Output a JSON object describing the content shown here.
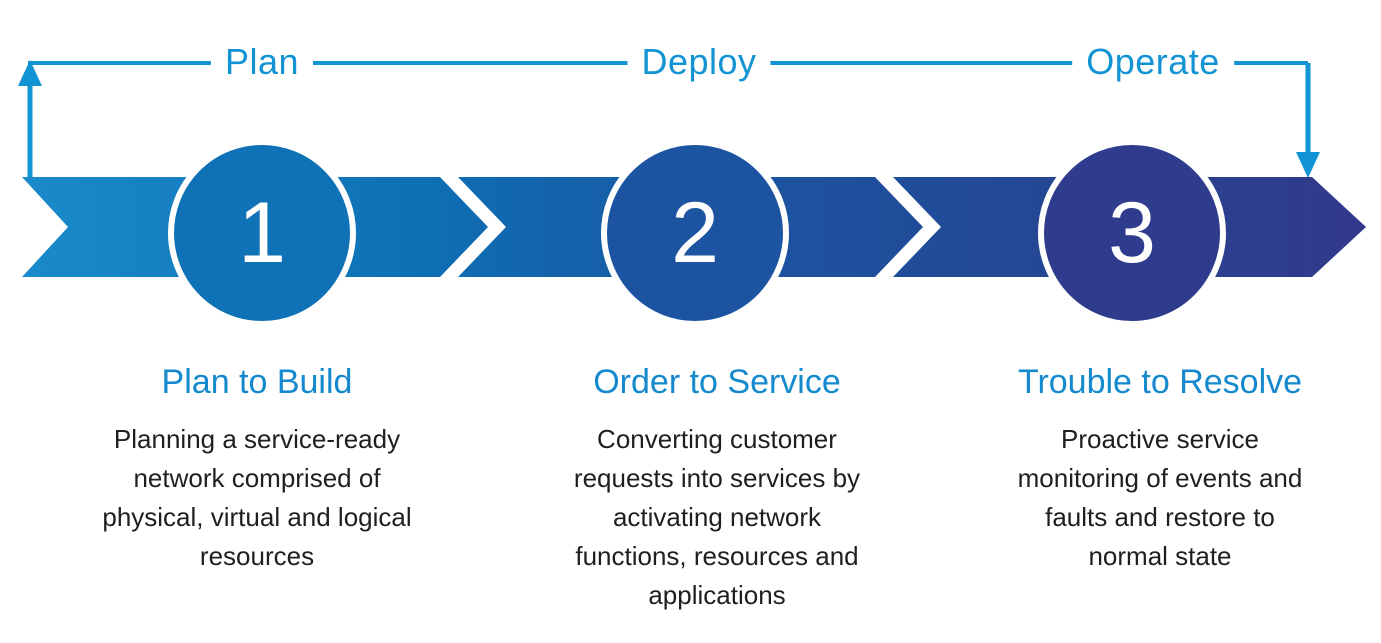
{
  "phases": [
    {
      "label": "Plan"
    },
    {
      "label": "Deploy"
    },
    {
      "label": "Operate"
    }
  ],
  "steps": [
    {
      "number": "1",
      "title": "Plan to Build",
      "description_lines": [
        "Planning a service-ready",
        "network comprised of",
        "physical, virtual and logical",
        "resources"
      ],
      "circle_color": "#0F72B6"
    },
    {
      "number": "2",
      "title": "Order to Service",
      "description_lines": [
        "Converting customer",
        "requests into services by",
        "activating network",
        "functions, resources and",
        "applications"
      ],
      "circle_color": "#1C54A1"
    },
    {
      "number": "3",
      "title": "Trouble to Resolve",
      "description_lines": [
        "Proactive service",
        "monitoring of events and",
        "faults and restore to",
        "normal state"
      ],
      "circle_color": "#2F3C8D"
    }
  ],
  "colors": {
    "bracket_line_blue": "#1193D4",
    "heading_blue": "#1489CE",
    "body_text": "#1F1F1F",
    "step_number_text": "#FFFFFF",
    "band_gradient": [
      "#1A8ACA",
      "#0E6FB4",
      "#1B55A2",
      "#254693",
      "#32398B"
    ]
  }
}
